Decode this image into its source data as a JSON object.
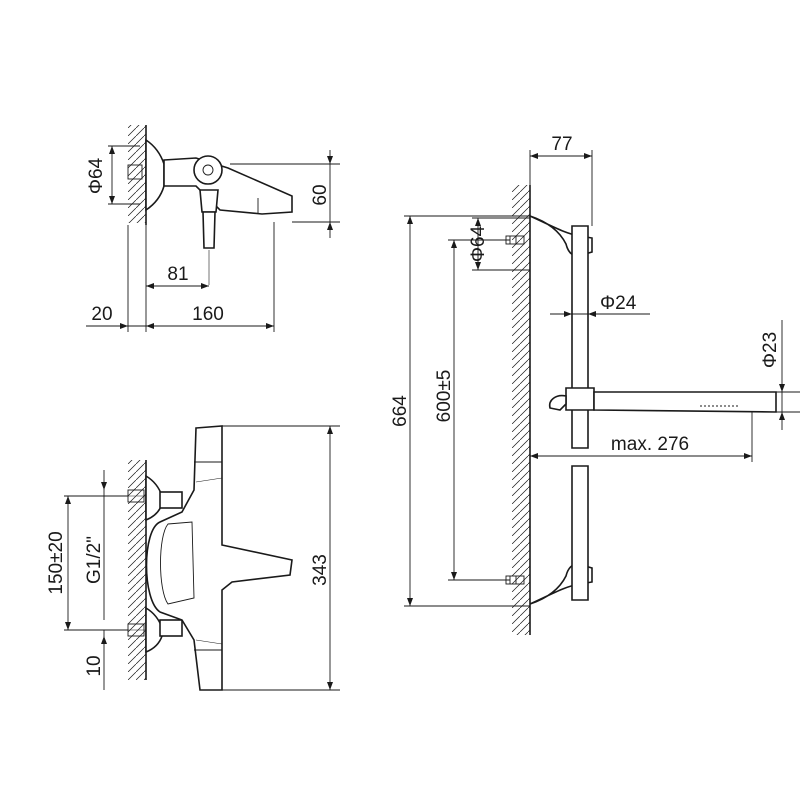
{
  "dimensions": {
    "top_left": {
      "diameter": "Φ64",
      "height": "60",
      "spout_offset": "81",
      "wall_offset": "20",
      "length": "160"
    },
    "bottom_left": {
      "centres": "150±20",
      "thread": "G1/2\"",
      "offset": "10",
      "height": "343"
    },
    "right": {
      "top_width": "77",
      "bracket_diameter": "Φ64",
      "rail_diameter": "Φ24",
      "total_height": "664",
      "bracket_distance": "600±5",
      "handshower_diameter": "Φ23",
      "max_reach": "max. 276"
    }
  }
}
